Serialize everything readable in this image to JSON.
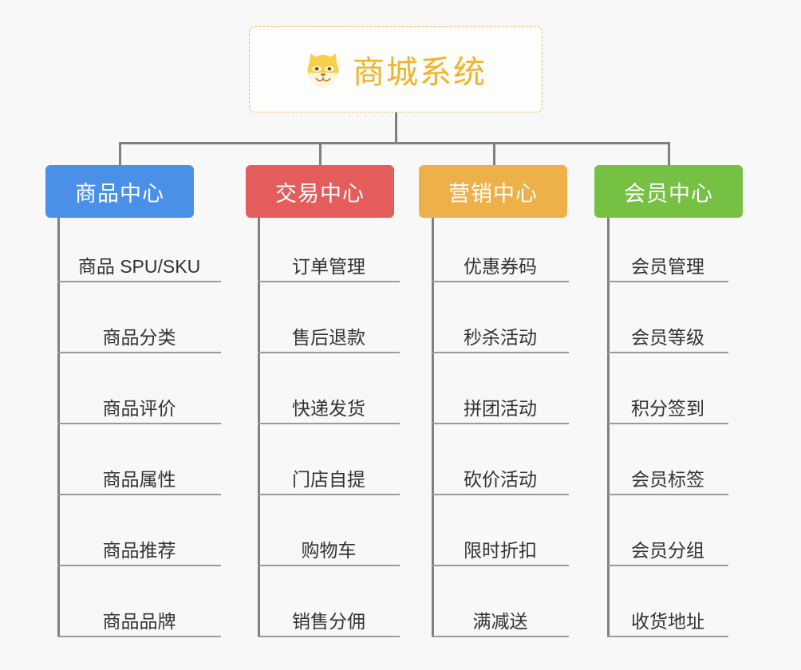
{
  "background_color": "#f8f8f8",
  "root": {
    "icon": "shiba-dog-face-icon",
    "title": "商城系统",
    "title_color": "#f0b429",
    "border_color": "#e8b96a"
  },
  "connector_color": "#808080",
  "columns": [
    {
      "id": "product-center",
      "label": "商品中心",
      "color": "#4a90e8",
      "items": [
        "商品 SPU/SKU",
        "商品分类",
        "商品评价",
        "商品属性",
        "商品推荐",
        "商品品牌"
      ]
    },
    {
      "id": "trade-center",
      "label": "交易中心",
      "color": "#e35d5b",
      "items": [
        "订单管理",
        "售后退款",
        "快递发货",
        "门店自提",
        "购物车",
        "销售分佣"
      ]
    },
    {
      "id": "marketing-center",
      "label": "营销中心",
      "color": "#eeb048",
      "items": [
        "优惠券码",
        "秒杀活动",
        "拼团活动",
        "砍价活动",
        "限时折扣",
        "满减送"
      ]
    },
    {
      "id": "member-center",
      "label": "会员中心",
      "color": "#76c043",
      "items": [
        "会员管理",
        "会员等级",
        "积分签到",
        "会员标签",
        "会员分组",
        "收货地址"
      ]
    }
  ]
}
